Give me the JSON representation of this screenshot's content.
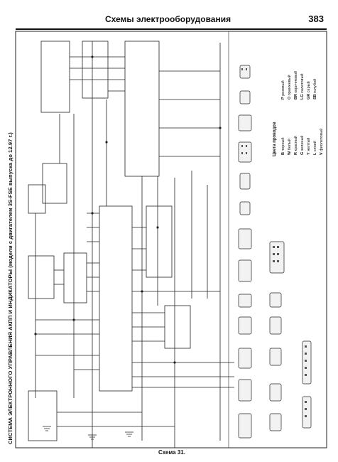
{
  "header": {
    "title": "Схемы электрооборудования",
    "page_number": "383"
  },
  "side_title": "СИСТЕМА ЭЛЕКТРОННОГО УПРАВЛЕНИЯ АКПП И ИНДИКАТОРЫ (модели с двигателем 3S-FSE выпуска до 12.97 г.)",
  "legend": {
    "caption": "Цвета проводов",
    "rows": [
      {
        "code": "B",
        "name": "черный"
      },
      {
        "code": "W",
        "name": "белый"
      },
      {
        "code": "R",
        "name": "красный"
      },
      {
        "code": "G",
        "name": "зеленый"
      },
      {
        "code": "Y",
        "name": "желтый"
      },
      {
        "code": "L",
        "name": "синий"
      },
      {
        "code": "V",
        "name": "фиолетовый"
      },
      {
        "code": "P",
        "name": "розовый"
      },
      {
        "code": "O",
        "name": "оранжевый"
      },
      {
        "code": "BR",
        "name": "коричневый"
      },
      {
        "code": "LG",
        "name": "салатовый"
      },
      {
        "code": "GR",
        "name": "серый"
      },
      {
        "code": "SB",
        "name": "голубой"
      }
    ]
  },
  "caption": "Схема 31."
}
